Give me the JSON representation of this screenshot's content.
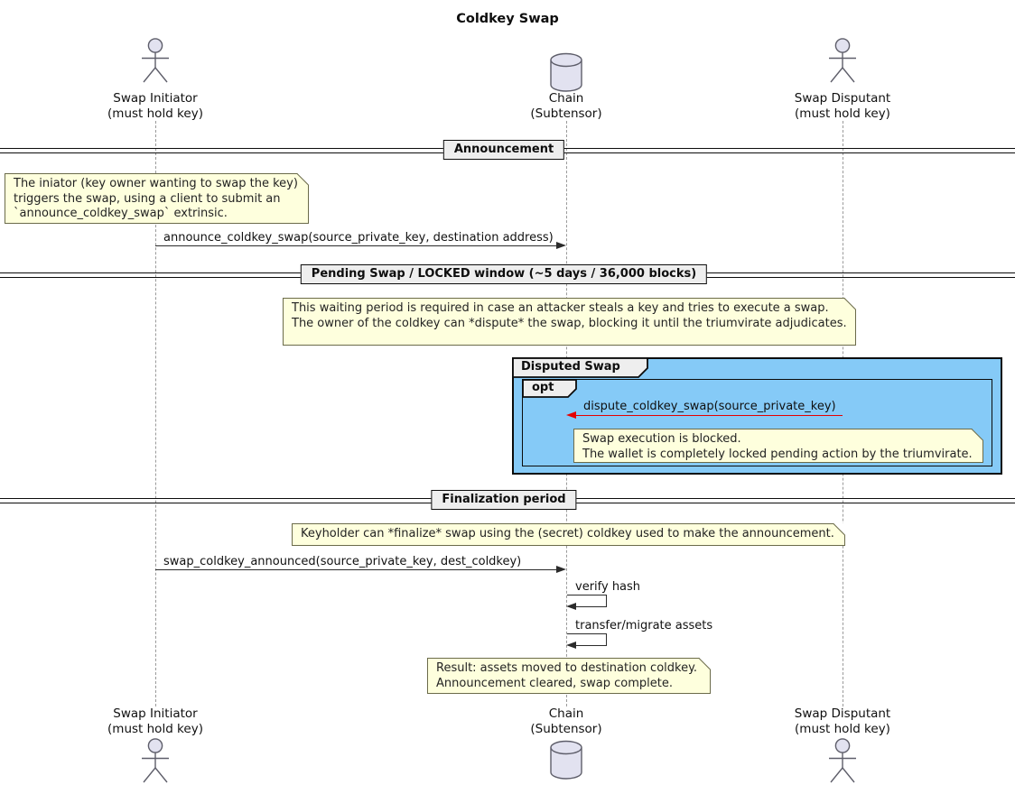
{
  "diagram": {
    "title": "Coldkey Swap"
  },
  "actors": {
    "initiator": {
      "name": "Swap Initiator",
      "sub": "(must hold key)"
    },
    "chain": {
      "name": "Chain",
      "sub": "(Subtensor)"
    },
    "disputant": {
      "name": "Swap Disputant",
      "sub": "(must hold key)"
    }
  },
  "dividers": {
    "announcement": "Announcement",
    "pending": "Pending Swap / LOCKED window (~5 days / 36,000 blocks)",
    "finalization": "Finalization period"
  },
  "group": {
    "label": "Disputed Swap",
    "operator": "opt"
  },
  "messages": {
    "announce": "announce_coldkey_swap(source_private_key, destination address)",
    "dispute": "dispute_coldkey_swap(source_private_key)",
    "finalize": "swap_coldkey_announced(source_private_key, dest_coldkey)",
    "verify": "verify hash",
    "transfer": "transfer/migrate assets"
  },
  "notes": {
    "announce": {
      "lines": [
        "The iniator (key owner wanting to swap the key)",
        "triggers the swap, using a client to submit an",
        "`announce_coldkey_swap` extrinsic."
      ]
    },
    "pending": {
      "lines": [
        "This waiting period is required in case an attacker steals a key and tries to execute a swap.",
        "The owner of the coldkey can *dispute* the swap, blocking it until the triumvirate adjudicates."
      ]
    },
    "dispute": {
      "lines": [
        "Swap execution is blocked.",
        "The wallet is completely locked pending action by the triumvirate."
      ]
    },
    "finalize": {
      "lines": [
        "Keyholder can *finalize* swap using the (secret) coldkey used to make the announcement."
      ]
    },
    "result": {
      "lines": [
        "Result: assets moved to destination coldkey.",
        "Announcement cleared, swap complete."
      ]
    }
  },
  "colors": {
    "group_fill": "#85caf7",
    "note_fill": "#feffdd",
    "dispute_arrow": "#e60000",
    "header_fill": "#eeeeee",
    "icon_fill": "#e2e2f0"
  }
}
